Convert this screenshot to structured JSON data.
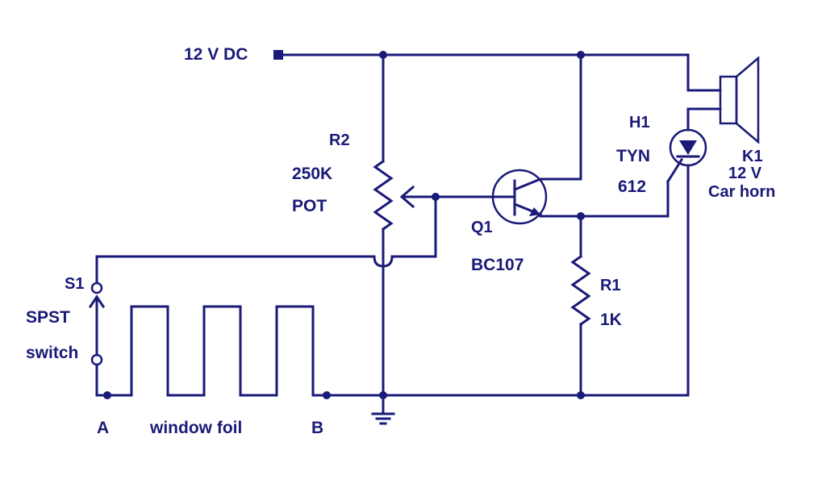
{
  "supply": {
    "label": "12 V DC"
  },
  "r2": {
    "ref": "R2",
    "value": "250K",
    "type": "POT"
  },
  "q1": {
    "ref": "Q1",
    "part": "BC107"
  },
  "r1": {
    "ref": "R1",
    "value": "1K"
  },
  "h1": {
    "ref": "H1",
    "part_line1": "TYN",
    "part_line2": "612"
  },
  "k1": {
    "ref": "K1",
    "rating": "12 V",
    "desc": "Car horn"
  },
  "s1": {
    "ref": "S1",
    "type_line1": "SPST",
    "type_line2": "switch"
  },
  "foil": {
    "point_a": "A",
    "label": "window foil",
    "point_b": "B"
  },
  "colors": {
    "ink": "#1a1a78",
    "background": "#ffffff"
  }
}
